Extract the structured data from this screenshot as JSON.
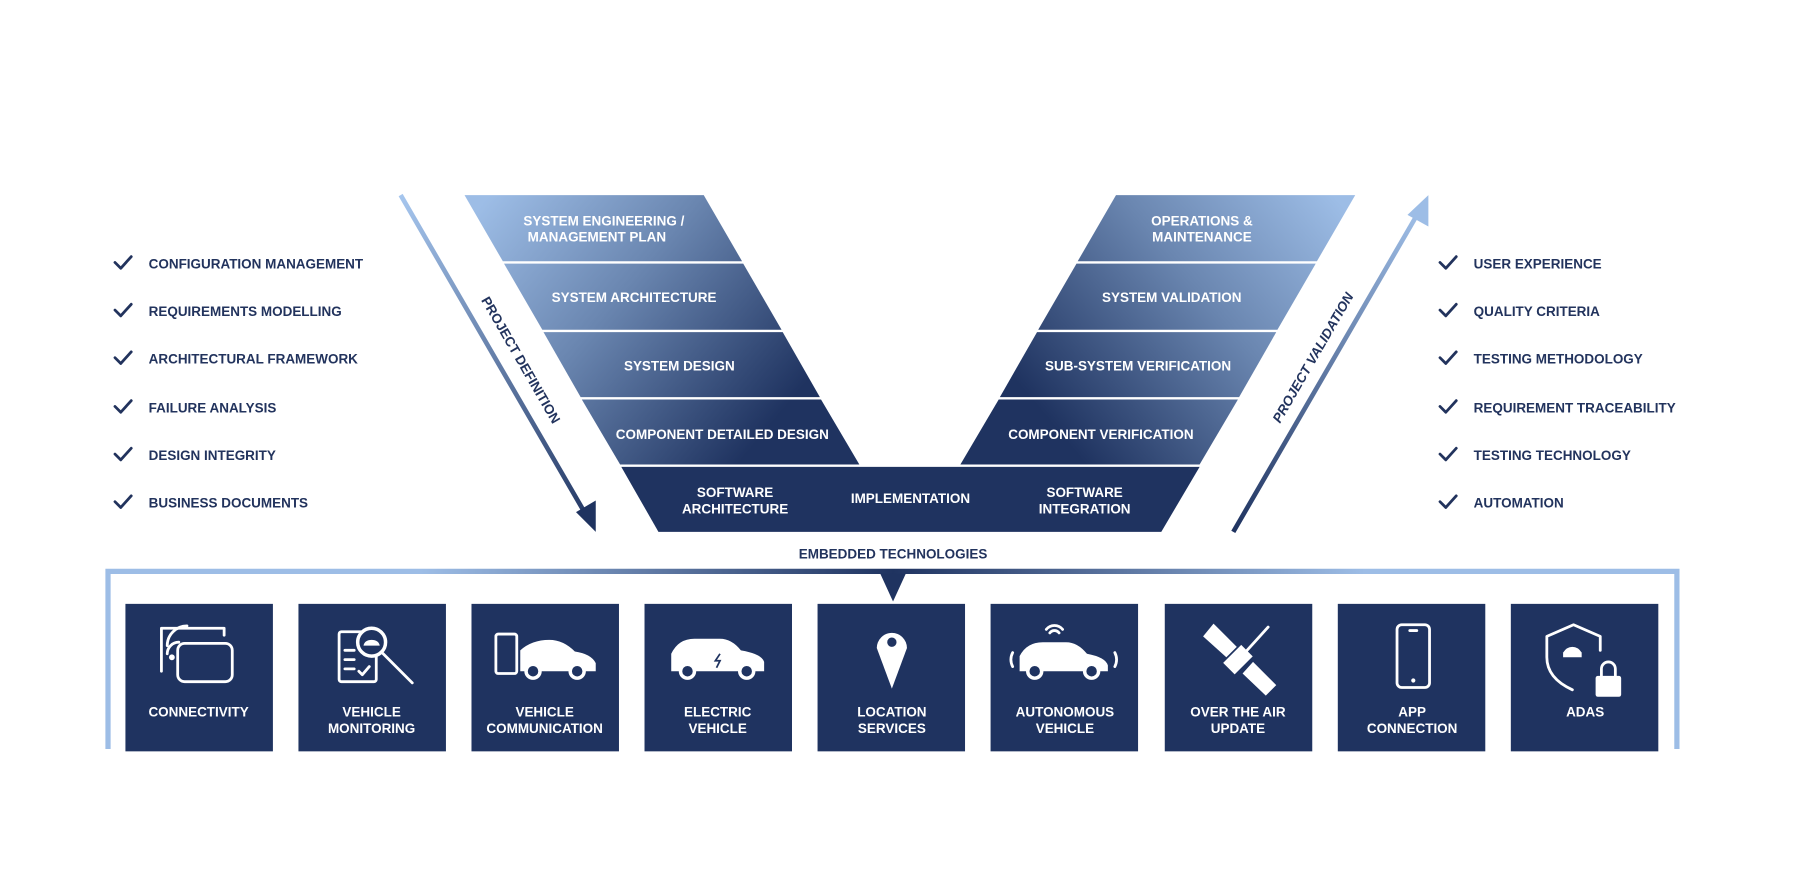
{
  "colors": {
    "navy": "#1f3360",
    "light_blue": "#9dbde6",
    "text": "#22335d"
  },
  "left_checklist": [
    "CONFIGURATION MANAGEMENT",
    "REQUIREMENTS MODELLING",
    "ARCHITECTURAL FRAMEWORK",
    "FAILURE ANALYSIS",
    "DESIGN INTEGRITY",
    "BUSINESS DOCUMENTS"
  ],
  "right_checklist": [
    "USER EXPERIENCE",
    "QUALITY CRITERIA",
    "TESTING METHODOLOGY",
    "REQUIREMENT TRACEABILITY",
    "TESTING TECHNOLOGY",
    "AUTOMATION"
  ],
  "arrows": {
    "left": "PROJECT DEFINITION",
    "right": "PROJECT VALIDATION"
  },
  "v_left": {
    "b1": [
      "SYSTEM ENGINEERING /",
      "MANAGEMENT PLAN"
    ],
    "b2": "SYSTEM ARCHITECTURE",
    "b3": "SYSTEM DESIGN",
    "b4": "COMPONENT DETAILED DESIGN"
  },
  "v_right": {
    "b1": [
      "OPERATIONS &",
      "MAINTENANCE"
    ],
    "b2": "SYSTEM VALIDATION",
    "b3": "SUB-SYSTEM VERIFICATION",
    "b4": "COMPONENT VERIFICATION"
  },
  "v_bottom": {
    "left": [
      "SOFTWARE",
      "ARCHITECTURE"
    ],
    "center": "IMPLEMENTATION",
    "right": [
      "SOFTWARE",
      "INTEGRATION"
    ]
  },
  "embedded": {
    "title": "EMBEDDED TECHNOLOGIES",
    "tiles": [
      {
        "icon": "connectivity-icon",
        "lines": [
          "CONNECTIVITY"
        ]
      },
      {
        "icon": "vehicle-monitoring-icon",
        "lines": [
          "VEHICLE",
          "MONITORING"
        ]
      },
      {
        "icon": "vehicle-communication-icon",
        "lines": [
          "VEHICLE",
          "COMMUNICATION"
        ]
      },
      {
        "icon": "electric-vehicle-icon",
        "lines": [
          "ELECTRIC",
          "VEHICLE"
        ]
      },
      {
        "icon": "location-pin-icon",
        "lines": [
          "LOCATION",
          "SERVICES"
        ]
      },
      {
        "icon": "autonomous-vehicle-icon",
        "lines": [
          "AUTONOMOUS",
          "VEHICLE"
        ]
      },
      {
        "icon": "satellite-icon",
        "lines": [
          "OVER THE AIR",
          "UPDATE"
        ]
      },
      {
        "icon": "smartphone-icon",
        "lines": [
          "APP",
          "CONNECTION"
        ]
      },
      {
        "icon": "shield-lock-icon",
        "lines": [
          "ADAS"
        ]
      }
    ]
  }
}
